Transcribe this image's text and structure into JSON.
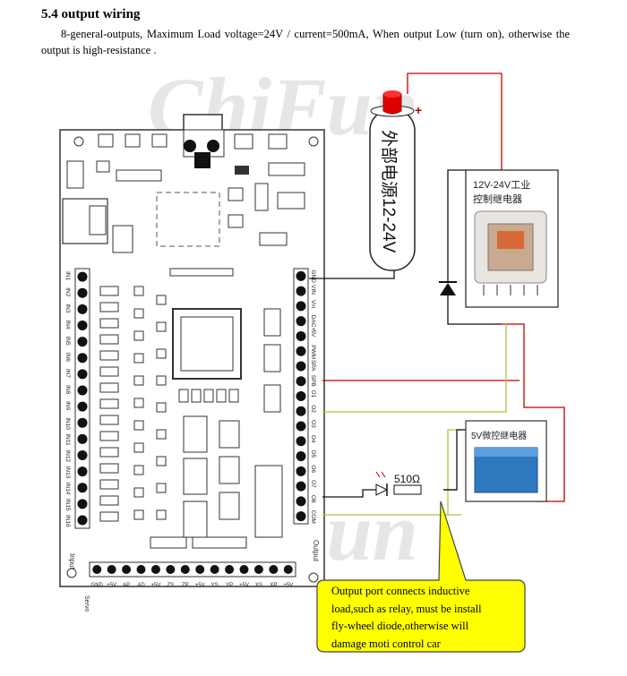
{
  "doc": {
    "heading": "5.4 output wiring",
    "description": "8-general-outputs, Maximum Load voltage=24V / current=500mA, When output Low (turn on), otherwise the output is high-resistance ."
  },
  "watermark": "ChiFun",
  "power_supply": {
    "label": "外部电源12-24V",
    "polarity": "+"
  },
  "relay_12v": {
    "label_line1": "12V-24V工业",
    "label_line2": "控制继电器"
  },
  "relay_5v": {
    "label": "5V微控继电器"
  },
  "led_resistor": {
    "label": "510Ω"
  },
  "board": {
    "left_labels": [
      "IN1",
      "IN2",
      "IN3",
      "IN4",
      "IN5",
      "IN6",
      "IN7",
      "IN8",
      "IN9",
      "IN10",
      "IN11",
      "IN12",
      "IN13",
      "IN14",
      "IN15",
      "IN16"
    ],
    "left_group_label": "Input",
    "right_labels": [
      "GND",
      "VIN",
      "Vin",
      "DAC+",
      "5V",
      "PWM",
      "SPA",
      "SPB",
      "O1",
      "O2",
      "O3",
      "O4",
      "O5",
      "O6",
      "O7",
      "O8",
      "COM"
    ],
    "right_group_label": "Output",
    "bottom_labels": [
      "GND",
      "+5V",
      "AP",
      "AD",
      "+5V",
      "ZS",
      "ZP",
      "+5V",
      "YS",
      "YP",
      "+5V",
      "XS",
      "XP",
      "+5V"
    ],
    "bottom_group_label": "Servo"
  },
  "callout": {
    "line1": "Output port connects inductive",
    "line2": "load,such as relay, must be install",
    "line3": "fly-wheel diode,otherwise will",
    "line4": "damage moti control car"
  }
}
